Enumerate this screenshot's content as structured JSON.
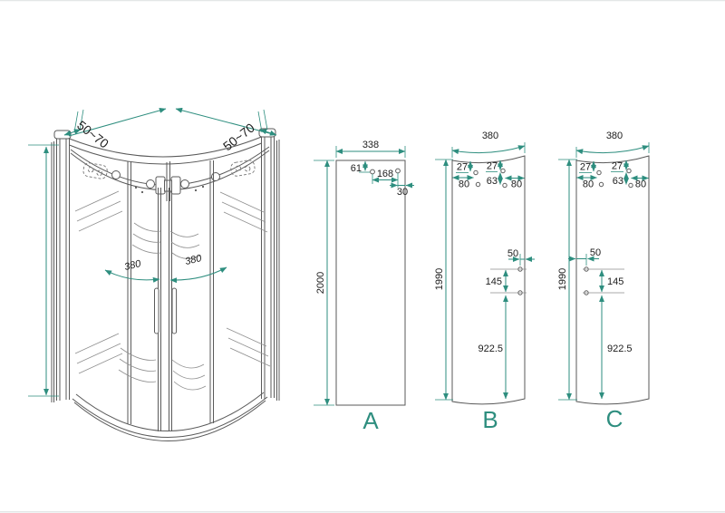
{
  "colors": {
    "dimension_accent": "#2E8E7F",
    "drawing_outline": "#5a5a5a",
    "label_text": "#1c1c1c",
    "background": "#ffffff"
  },
  "iso_view": {
    "wall_gap_left": "50~70",
    "wall_gap_right": "50~70",
    "door_width_left": "380",
    "door_width_right": "380"
  },
  "panels": {
    "a": {
      "label": "A",
      "width": "338",
      "height": "2000",
      "hole_top_offset": "61",
      "hole_spacing": "168",
      "hole_edge_offset": "30"
    },
    "b": {
      "label": "B",
      "width": "380",
      "height": "1990",
      "top_left_offset": "27",
      "top_left_edge": "80",
      "top_right_offset": "27",
      "top_right_gap": "63",
      "top_right_edge": "80",
      "mid_edge_offset": "50",
      "mid_spacing": "145",
      "mid_to_bottom": "922.5"
    },
    "c": {
      "label": "C",
      "width": "380",
      "height": "1990",
      "top_left_offset": "27",
      "top_left_edge": "80",
      "top_right_offset": "27",
      "top_right_gap": "63",
      "top_right_edge": "80",
      "mid_edge_offset": "50",
      "mid_spacing": "145",
      "mid_to_bottom": "922.5"
    }
  }
}
